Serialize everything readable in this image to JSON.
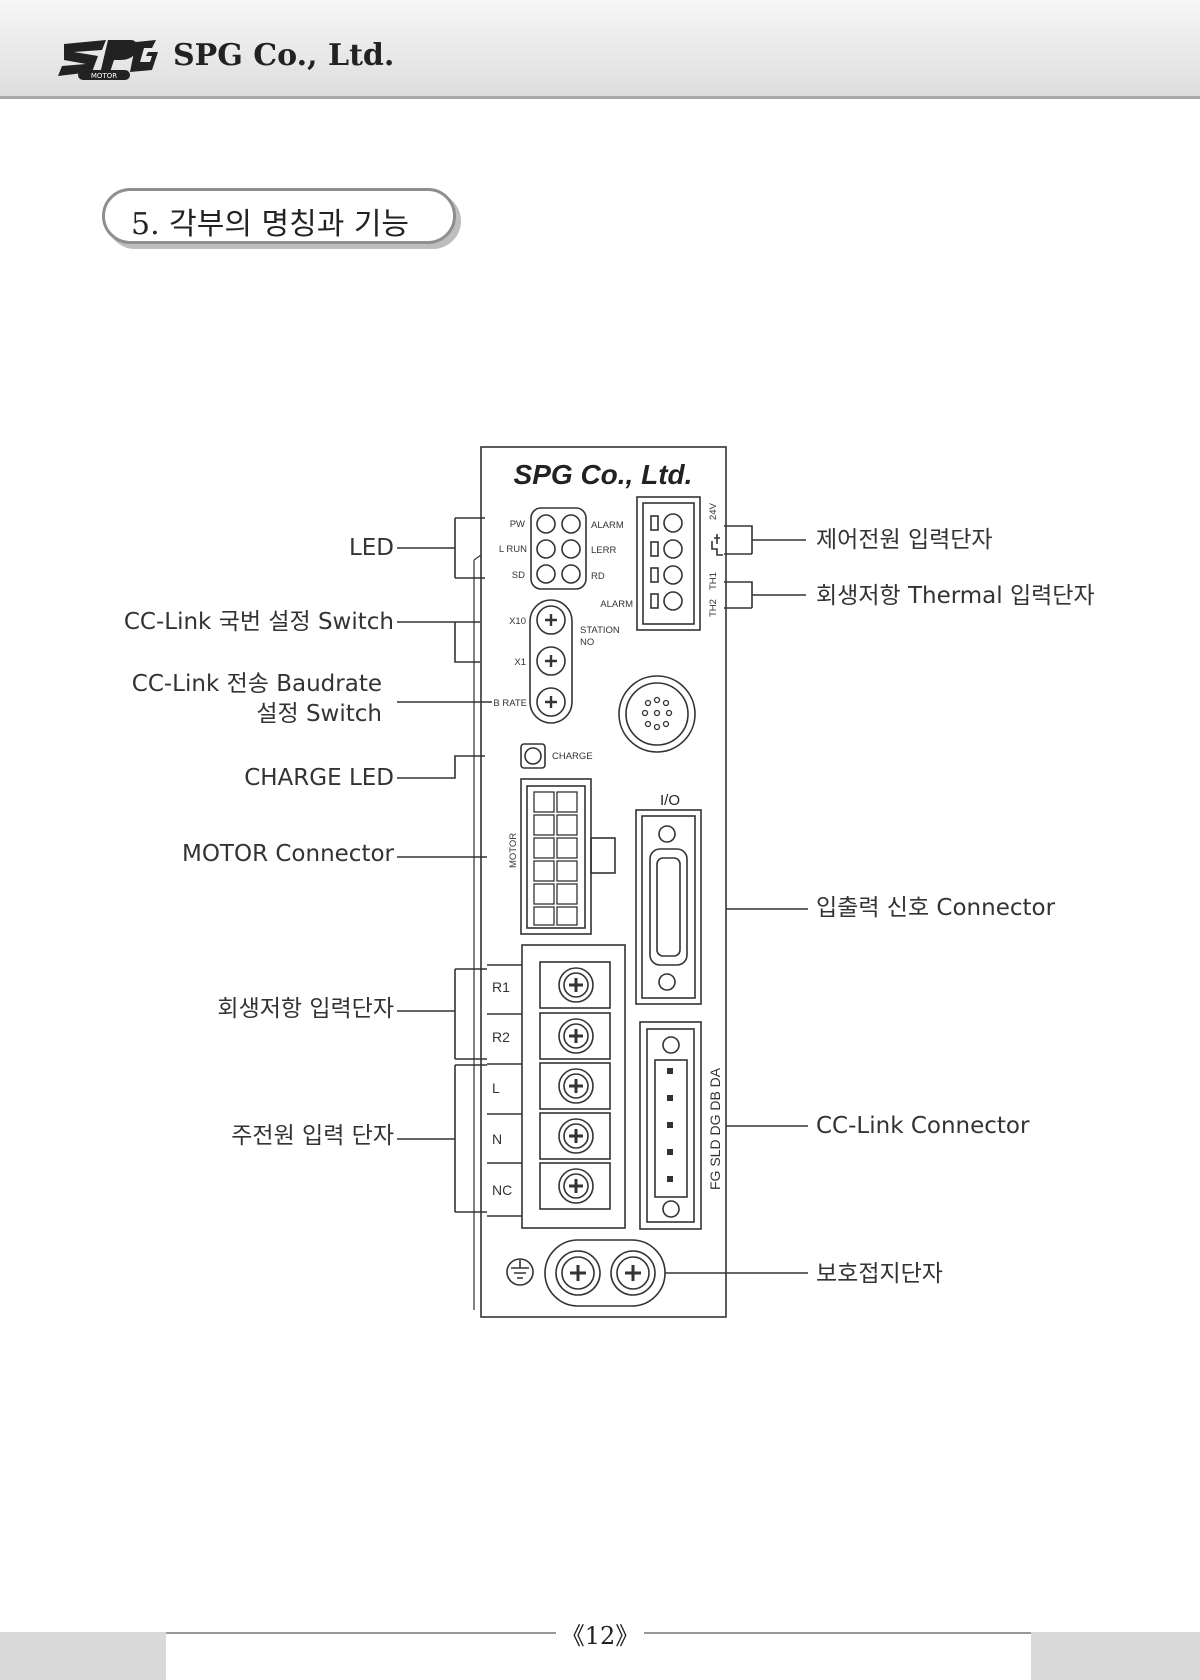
{
  "header": {
    "logo_text": "SPG",
    "logo_sub": "MOTOR",
    "company": "SPG Co., Ltd."
  },
  "section": {
    "title": "5. 각부의 명칭과 기능"
  },
  "device": {
    "brand": "SPG Co., Ltd.",
    "led_labels": [
      "PW",
      "L RUN",
      "SD"
    ],
    "led_labels_right": [
      "ALARM",
      "LERR",
      "RD"
    ],
    "switch_labels": [
      "X10",
      "X1",
      "B RATE"
    ],
    "station_label": "STATION\nNO",
    "charge_label": "CHARGE",
    "motor_label": "MOTOR",
    "io_label": "I/O",
    "ctrl_power_labels": [
      "24V",
      "TH1",
      "TH2"
    ],
    "alarm_label": "ALARM",
    "terminal_labels": [
      "R1",
      "R2",
      "L",
      "N",
      "NC"
    ],
    "cclink_pins": "FG SLD DG DB DA"
  },
  "callouts_left": {
    "led": "LED",
    "station_switch": "CC-Link 국번 설정 Switch",
    "baud_switch_1": "CC-Link 전송 Baudrate",
    "baud_switch_2": "설정 Switch",
    "charge_led": "CHARGE LED",
    "motor_connector": "MOTOR Connector",
    "regen_input": "회생저항 입력단자",
    "main_power": "주전원 입력 단자"
  },
  "callouts_right": {
    "control_power": "제어전원 입력단자",
    "regen_thermal": "회생저항 Thermal 입력단자",
    "io_connector": "입출력 신호 Connector",
    "cclink_connector": "CC-Link Connector",
    "ground": "보호접지단자"
  },
  "footer": {
    "page": "《12》"
  }
}
